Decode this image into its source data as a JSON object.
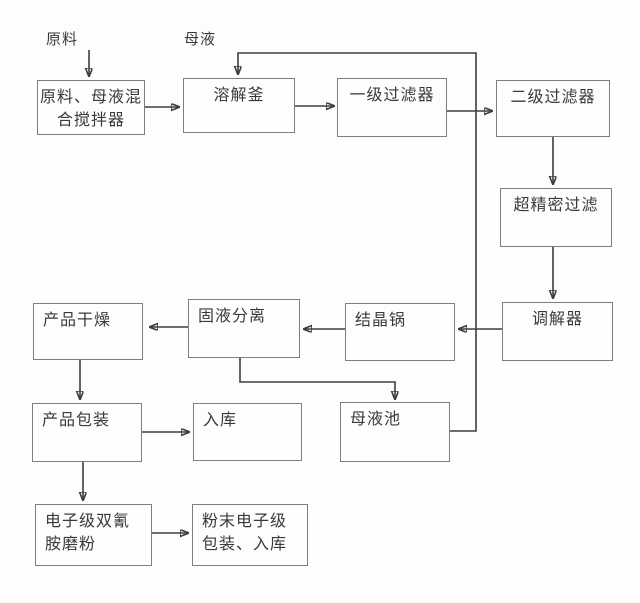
{
  "diagram": {
    "title_hint": "流程图",
    "colors": {
      "background": "#fdfdfd",
      "box_border": "#7d7d7d",
      "line": "#3e3e3e",
      "text": "#3a3a3a"
    },
    "floating_labels": [
      {
        "id": "raw-material",
        "text": "原料"
      },
      {
        "id": "mother-liquor",
        "text": "母液"
      }
    ],
    "nodes": [
      {
        "id": "mixer",
        "label": "原料、母液混\n合搅拌器"
      },
      {
        "id": "dissolver",
        "label": "溶解釜"
      },
      {
        "id": "filter1",
        "label": "一级过滤器"
      },
      {
        "id": "filter2",
        "label": "二级过滤器"
      },
      {
        "id": "ultrafilter",
        "label": "超精密过滤"
      },
      {
        "id": "regulator",
        "label": "调解器"
      },
      {
        "id": "crystallizer",
        "label": "结晶锅"
      },
      {
        "id": "separator",
        "label": "固液分离"
      },
      {
        "id": "dryer",
        "label": "产品干燥"
      },
      {
        "id": "packaging",
        "label": "产品包装"
      },
      {
        "id": "warehouse",
        "label": "入库"
      },
      {
        "id": "liquor-pool",
        "label": "母液池"
      },
      {
        "id": "grinder",
        "label": "电子级双氰\n胺磨粉"
      },
      {
        "id": "powder-packaging",
        "label": "粉末电子级\n包装、入库"
      }
    ],
    "connections": [
      {
        "from": "原料",
        "to": "原料、母液混合搅拌器"
      },
      {
        "from": "原料、母液混合搅拌器",
        "to": "溶解釜"
      },
      {
        "from": "溶解釜",
        "to": "一级过滤器"
      },
      {
        "from": "一级过滤器",
        "to": "二级过滤器"
      },
      {
        "from": "二级过滤器",
        "to": "超精密过滤"
      },
      {
        "from": "超精密过滤",
        "to": "调解器"
      },
      {
        "from": "调解器",
        "to": "结晶锅"
      },
      {
        "from": "结晶锅",
        "to": "固液分离"
      },
      {
        "from": "固液分离",
        "to": "产品干燥"
      },
      {
        "from": "固液分离",
        "to": "母液池"
      },
      {
        "from": "母液池",
        "to": "溶解釜 (母液回用)"
      },
      {
        "from": "产品干燥",
        "to": "产品包装"
      },
      {
        "from": "产品包装",
        "to": "入库"
      },
      {
        "from": "产品包装",
        "to": "电子级双氰胺磨粉"
      },
      {
        "from": "电子级双氰胺磨粉",
        "to": "粉末电子级包装、入库"
      }
    ]
  }
}
